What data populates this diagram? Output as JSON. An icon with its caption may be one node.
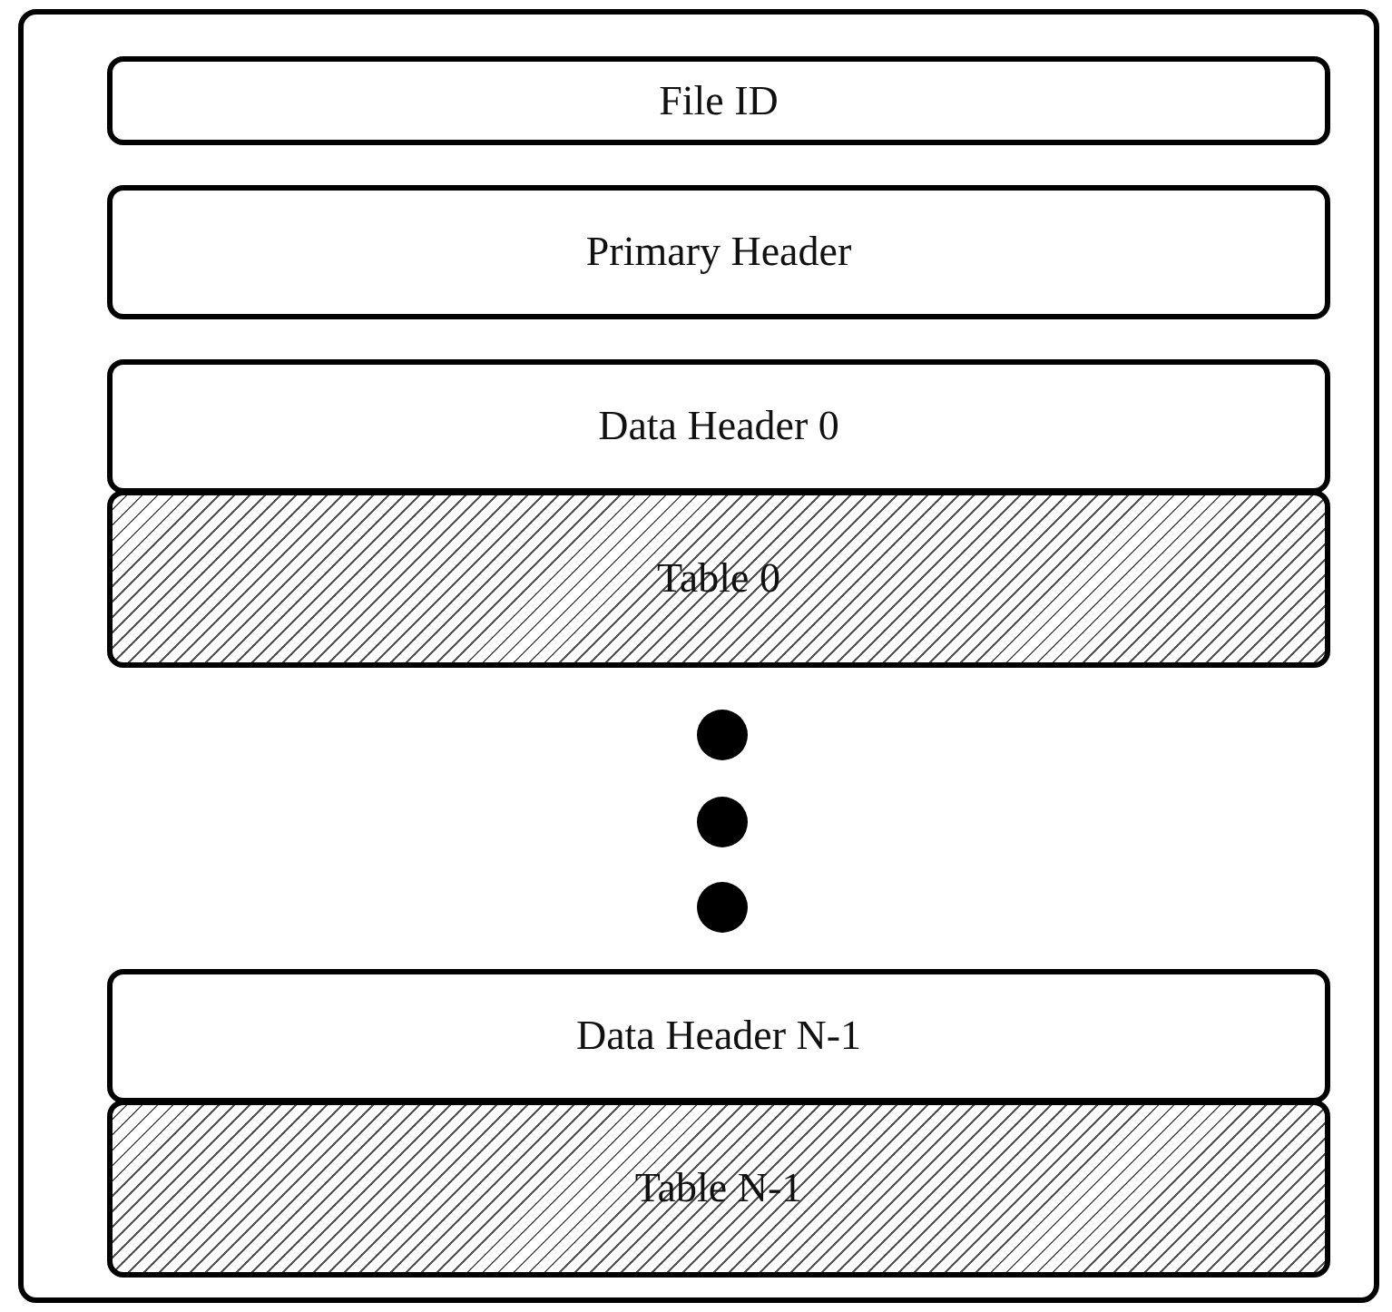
{
  "diagram": {
    "nodes": [
      {
        "text": [],
        "shape": "box"
      },
      {
        "text": [
          "File ID"
        ],
        "in": 0
      },
      {
        "text": [
          "Primary Header"
        ],
        "in": 0
      },
      {
        "text": [
          "Data Header 0"
        ],
        "in": 0
      },
      {
        "text": [
          "Table 0"
        ],
        "in": 0
      },
      {
        "text": [],
        "shape": "circle",
        "in": 0
      },
      {
        "text": [],
        "shape": "circle",
        "in": 0
      },
      {
        "text": [],
        "shape": "circle",
        "in": 0
      },
      {
        "text": [
          "Data Header N-1"
        ],
        "in": 0
      },
      {
        "text": [
          "Table N-1"
        ],
        "in": 0
      }
    ],
    "edges": []
  }
}
